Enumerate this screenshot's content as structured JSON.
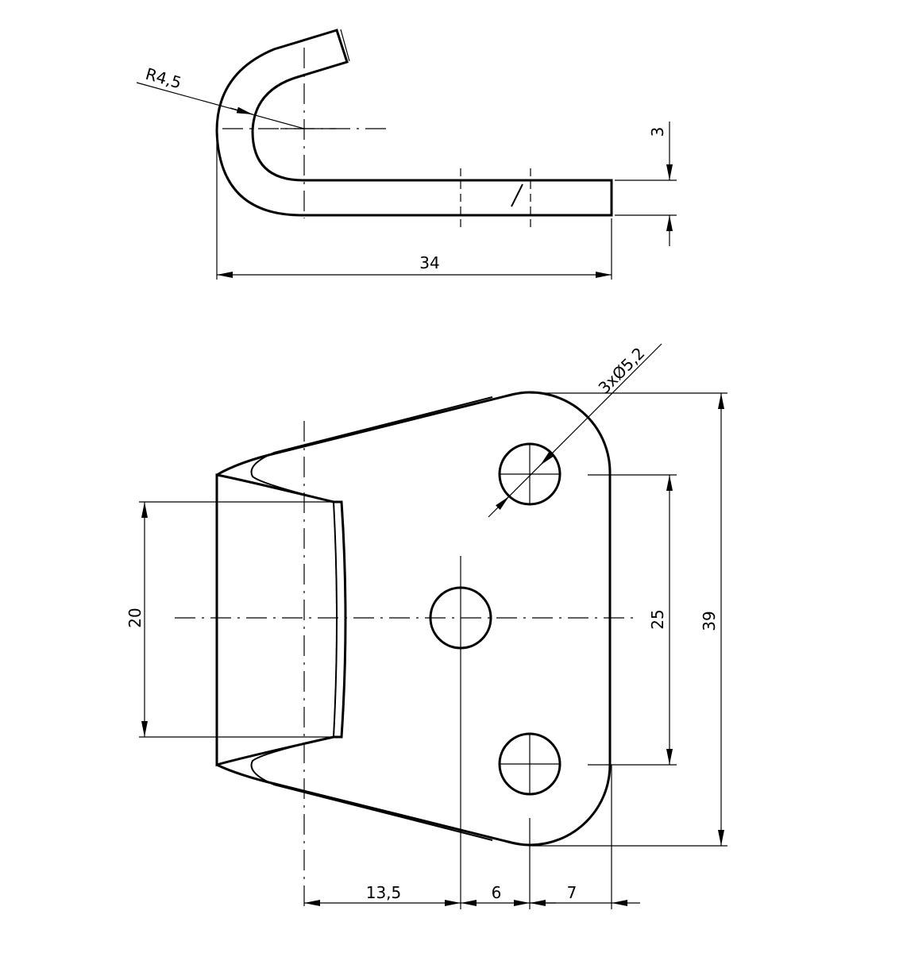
{
  "drawing": {
    "side_view": {
      "radius_label": "R4,5",
      "length_label": "34",
      "thickness_label": "3"
    },
    "top_view": {
      "hole_label": "3xØ5,2",
      "width_label": "20",
      "hole_spacing_label": "25",
      "height_label": "39",
      "offset_a_label": "13,5",
      "offset_b_label": "6",
      "offset_c_label": "7"
    },
    "colors": {
      "line": "#000000",
      "background": "#ffffff"
    }
  }
}
